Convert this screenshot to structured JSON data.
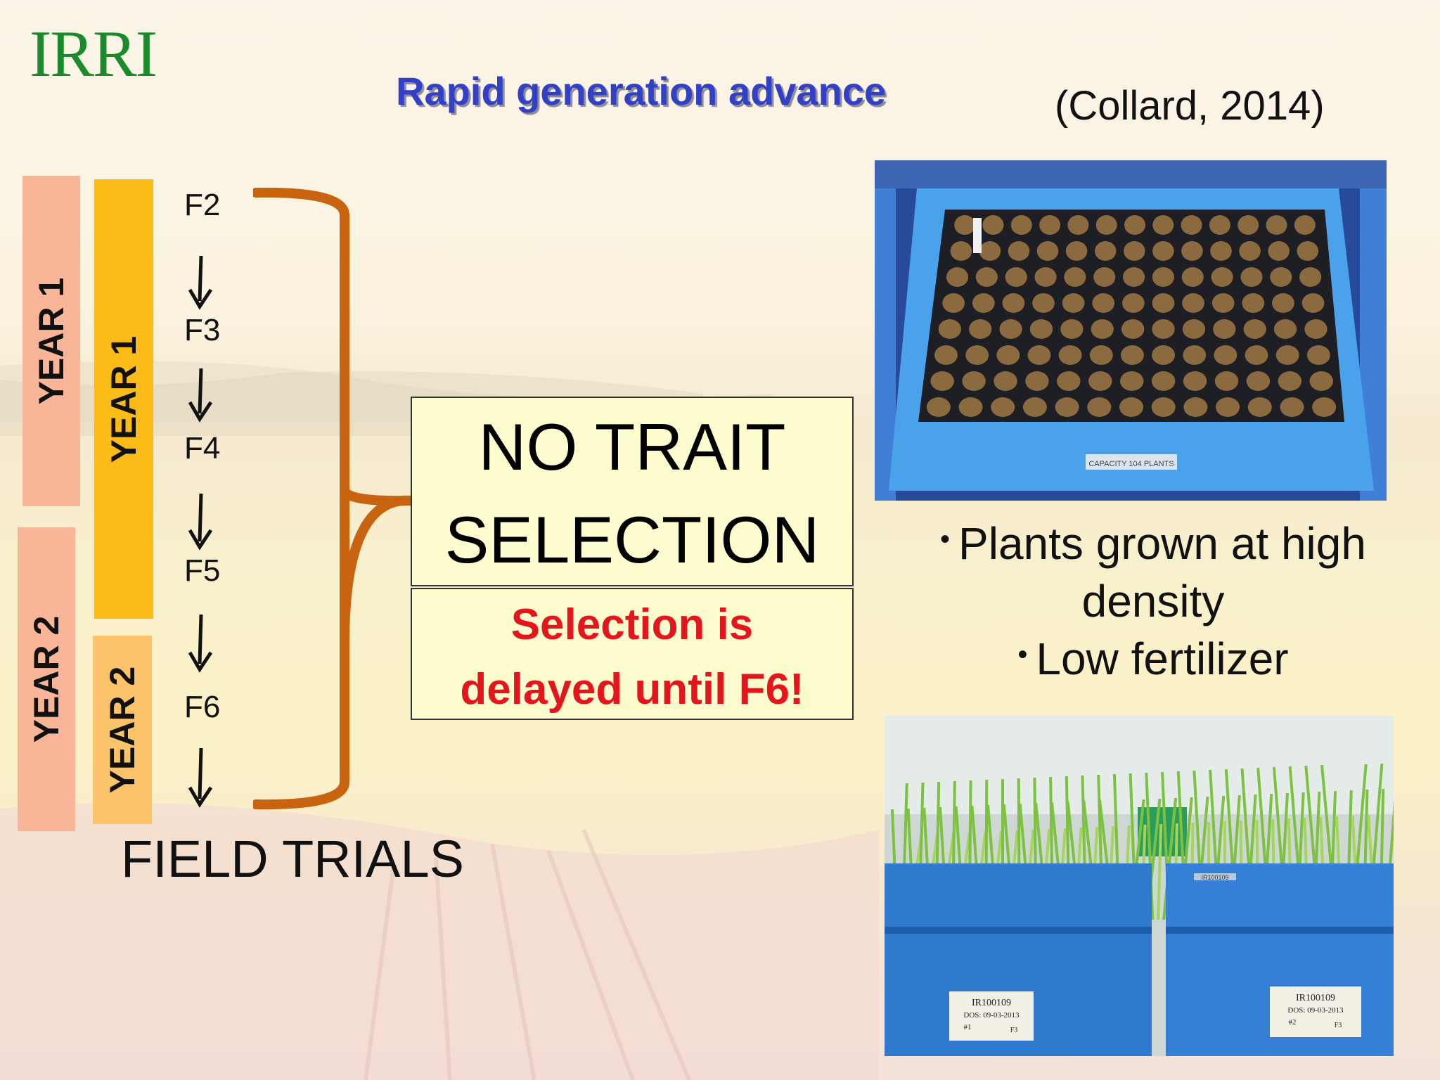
{
  "logo": "IRRI",
  "title": "Rapid generation advance",
  "citation": "(Collard, 2014)",
  "timeline": {
    "outer_bars": [
      "YEAR 1",
      "YEAR 2"
    ],
    "inner_bars": [
      "YEAR 1",
      "YEAR 2"
    ],
    "generations": [
      "F2",
      "F3",
      "F4",
      "F5",
      "F6"
    ],
    "end_label": "FIELD TRIALS"
  },
  "callout": {
    "main_lines": [
      "NO TRAIT",
      "SELECTION"
    ],
    "note_lines": [
      "Selection is",
      "delayed until F6!"
    ]
  },
  "bullets": {
    "item1_lines": [
      "Plants grown at high",
      "density"
    ],
    "item2": "Low fertilizer",
    "marker": "•"
  },
  "photo_tray": {
    "label": "CAPACITY 104 PLANTS"
  },
  "photo_plants": {
    "tag_left": [
      "IR100109",
      "DOS: 09-03-2013",
      "#1",
      "F3"
    ],
    "tag_right": [
      "IR100109",
      "DOS: 09-03-2013",
      "#2",
      "F3"
    ],
    "crate_label": "IR100109"
  },
  "colors": {
    "title": "#3240c8",
    "logo": "#1a8a2a",
    "outer_bar": "#f8b598",
    "inner_bar_year1": "#fbbc17",
    "inner_bar_year2": "#fbc46a",
    "brace": "#c8640f",
    "note_text": "#e4161b",
    "callout_fill": "#fdfccf"
  }
}
